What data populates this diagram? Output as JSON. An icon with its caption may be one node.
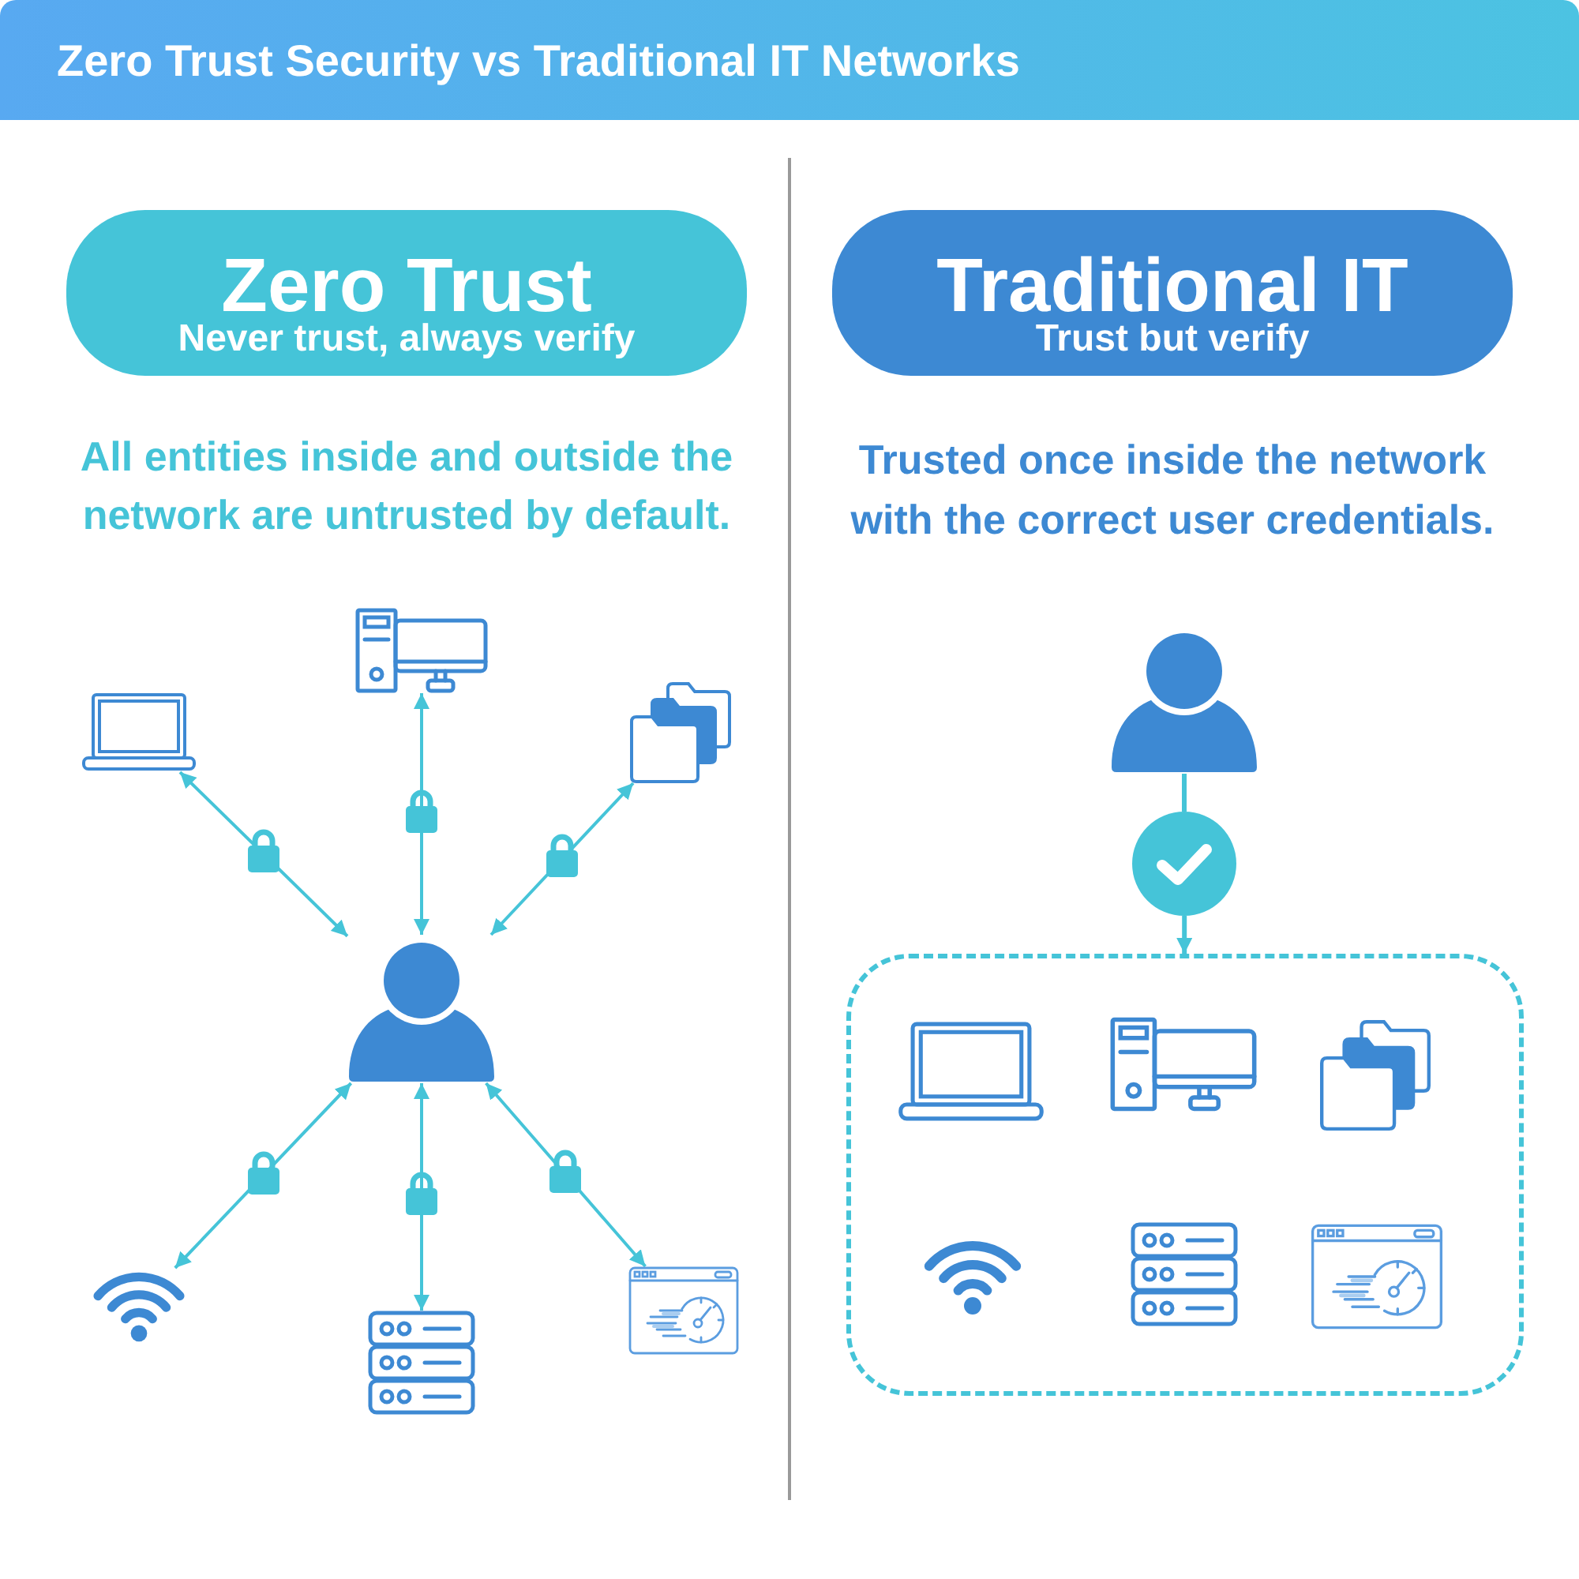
{
  "diagram": {
    "title": "Zero Trust Security vs Traditional IT Networks",
    "nodes": [
      {
        "text": [
          "Zero Trust",
          "Never trust, always verify"
        ]
      },
      {
        "text": [
          "Traditional IT",
          "Trust but verify"
        ]
      },
      {
        "text": [],
        "shape": "picture"
      },
      {
        "text": [],
        "shape": "picture"
      },
      {
        "text": [],
        "shape": "picture"
      },
      {
        "text": [],
        "shape": "person"
      },
      {
        "text": [],
        "shape": "picture"
      },
      {
        "text": [],
        "shape": "picture"
      },
      {
        "text": [],
        "shape": "picture"
      },
      {
        "text": [],
        "shape": "person"
      },
      {
        "text": [],
        "shape": "circle"
      },
      {
        "text": [],
        "shape": "box"
      },
      {
        "text": [],
        "shape": "picture",
        "in": 11
      },
      {
        "text": [],
        "shape": "picture",
        "in": 11
      },
      {
        "text": [],
        "shape": "picture",
        "in": 11
      },
      {
        "text": [],
        "shape": "picture",
        "in": 11
      },
      {
        "text": [],
        "shape": "picture",
        "in": 11
      },
      {
        "text": [],
        "shape": "picture",
        "in": 11
      }
    ],
    "edges": [
      {
        "from": 5,
        "to": 2,
        "arrow": "both"
      },
      {
        "from": 5,
        "to": 3,
        "arrow": "both"
      },
      {
        "from": 5,
        "to": 4,
        "arrow": "both"
      },
      {
        "from": 5,
        "to": 6,
        "arrow": "both"
      },
      {
        "from": 5,
        "to": 7,
        "arrow": "both"
      },
      {
        "from": 5,
        "to": 8,
        "arrow": "both"
      },
      {
        "from": 9,
        "to": 10,
        "arrow": "none"
      },
      {
        "from": 10,
        "to": 11,
        "arrow": "to"
      }
    ],
    "labels": [
      "All entities inside and outside the network are untrusted by default.",
      "Trusted once inside the network with the correct user credentials."
    ]
  }
}
